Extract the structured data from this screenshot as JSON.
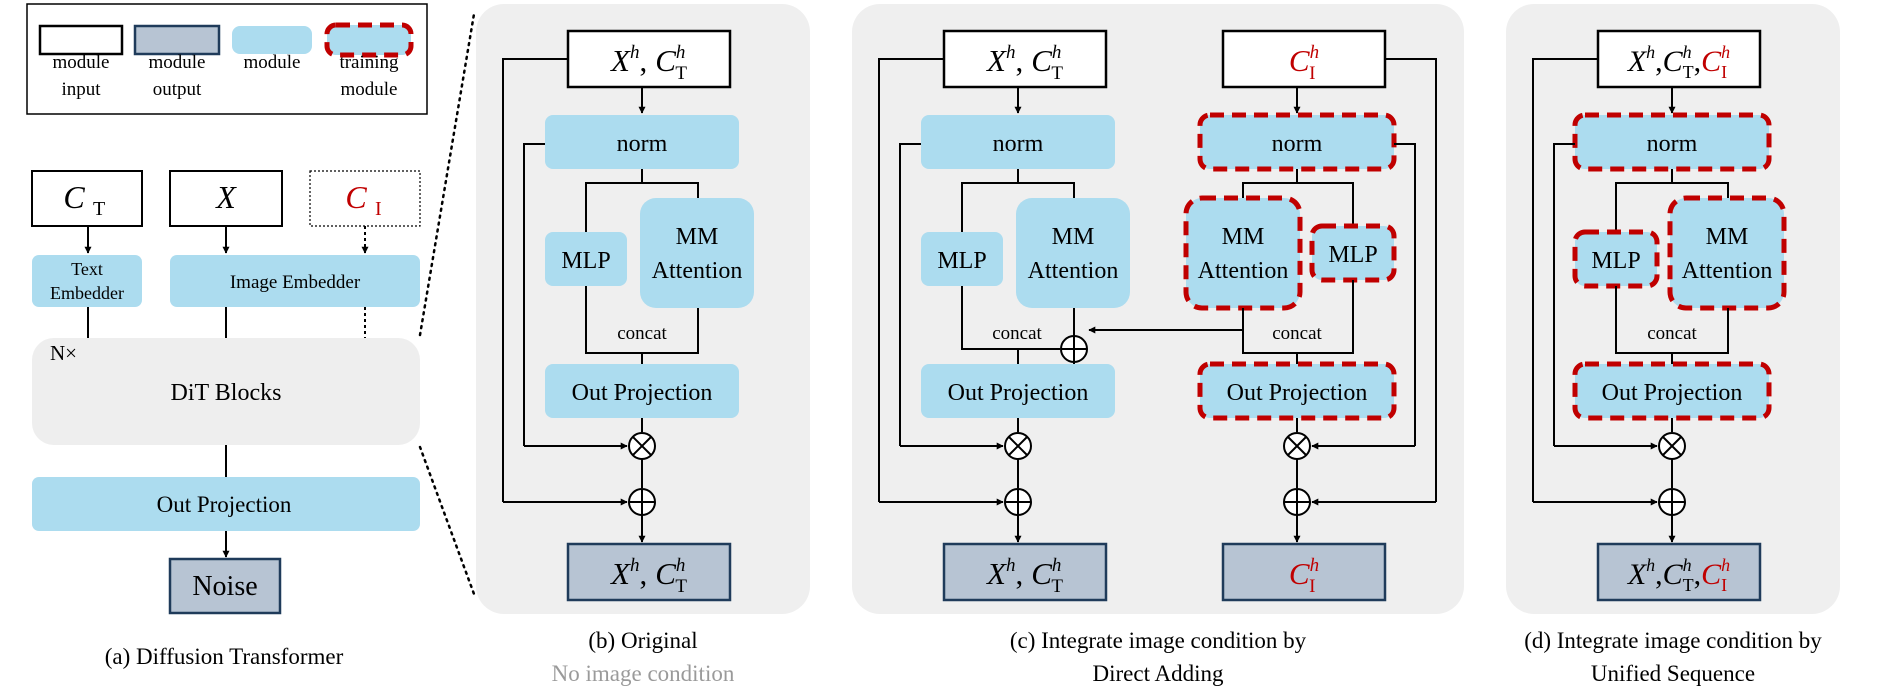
{
  "legend": {
    "module_input": [
      "module",
      "input"
    ],
    "module_output": [
      "module",
      "output"
    ],
    "module": "module",
    "training_module": [
      "training",
      "module"
    ]
  },
  "panel_a": {
    "input_text": "C",
    "input_text_sub": "T",
    "input_image": "X",
    "input_cond": "C",
    "input_cond_sub": "I",
    "text_embedder": [
      "Text",
      "Embedder"
    ],
    "image_embedder": "Image Embedder",
    "repeat": "N×",
    "dit_blocks": "DiT Blocks",
    "out_projection": "Out Projection",
    "noise": "Noise",
    "caption": "(a) Diffusion Transformer"
  },
  "blocks": {
    "norm": "norm",
    "mlp": "MLP",
    "mm_attention": [
      "MM",
      "Attention"
    ],
    "concat": "concat",
    "out_projection": "Out Projection",
    "x": "X",
    "c": "C",
    "sup_h": "h",
    "sub_t": "T",
    "sub_i": "I",
    "comma": ","
  },
  "panel_b": {
    "caption": [
      "(b) Original",
      "No image condition"
    ]
  },
  "panel_c": {
    "caption": [
      "(c) Integrate image condition by",
      "Direct Adding"
    ]
  },
  "panel_d": {
    "caption": [
      "(d) Integrate image condition by",
      "Unified Sequence"
    ]
  },
  "colors": {
    "module": "#acdcef",
    "output": "#b7c4d3",
    "output_border": "#1f3b5a",
    "training_border": "#c00000",
    "cond_red": "#c00000",
    "panel_bg": "#efefef",
    "dit_bg": "#eeeeee",
    "caption_gray": "#9a9a9a"
  }
}
